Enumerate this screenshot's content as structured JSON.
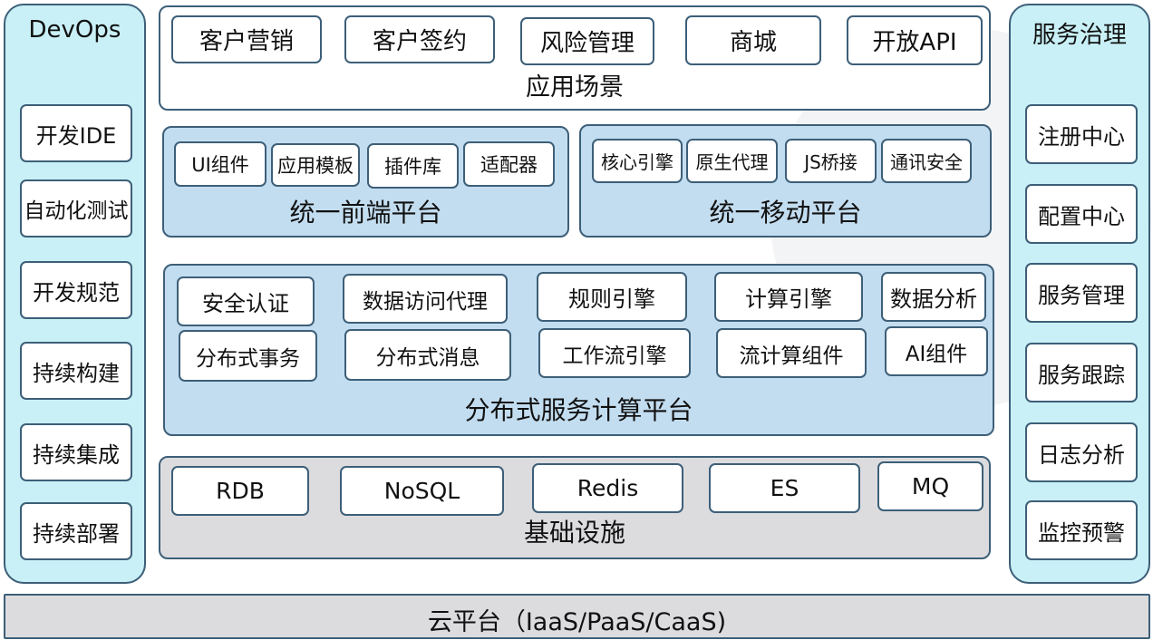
{
  "devops": {
    "title": "DevOps",
    "items": [
      "开发IDE",
      "自动化测试",
      "开发规范",
      "持续构建",
      "持续集成",
      "持续部署"
    ]
  },
  "governance": {
    "title": "服务治理",
    "items": [
      "注册中心",
      "配置中心",
      "服务管理",
      "服务跟踪",
      "日志分析",
      "监控预警"
    ]
  },
  "app_scenarios": {
    "title": "应用场景",
    "items": [
      "客户营销",
      "客户签约",
      "风险管理",
      "商城",
      "开放API"
    ]
  },
  "frontend": {
    "title": "统一前端平台",
    "items": [
      "UI组件",
      "应用模板",
      "插件库",
      "适配器"
    ]
  },
  "mobile": {
    "title": "统一移动平台",
    "items": [
      "核心引擎",
      "原生代理",
      "JS桥接",
      "通讯安全"
    ]
  },
  "distributed": {
    "title": "分布式服务计算平台",
    "row1": [
      "安全认证",
      "数据访问代理",
      "规则引擎",
      "计算引擎",
      "数据分析"
    ],
    "row2": [
      "分布式事务",
      "分布式消息",
      "工作流引擎",
      "流计算组件",
      "AI组件"
    ]
  },
  "infra": {
    "title": "基础设施",
    "items": [
      "RDB",
      "NoSQL",
      "Redis",
      "ES",
      "MQ"
    ]
  },
  "cloud": {
    "title": "云平台（IaaS/PaaS/CaaS)"
  },
  "colors": {
    "side_panel": "#c9f0f6",
    "platform_panel": "#c3ddf0",
    "base_panel": "#dcdcdf",
    "border": "#3d5f78"
  }
}
